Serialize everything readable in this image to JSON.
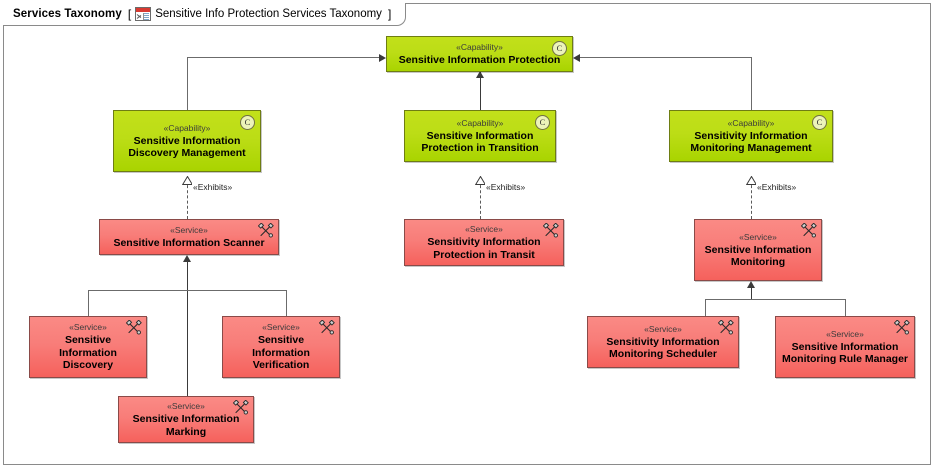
{
  "window": {
    "title": "Services Taxonomy",
    "bracket_open": "[",
    "bracket_close": "]",
    "diagram_label": "Sensitive Info Protection Services Taxonomy",
    "diagram_icon": "diagram-table-icon"
  },
  "colors": {
    "capability_fill": "#bede12",
    "service_fill": "#f8837e",
    "border": "#5e5e5e",
    "connector": "#6b6b6b",
    "canvas": "#ffffff"
  },
  "stereotypes": {
    "capability": "«Capability»",
    "service": "«Service»"
  },
  "badges": {
    "capability_letter": "C",
    "service_icon": "tools-icon"
  },
  "edge_labels": {
    "exhibits": "«Exhibits»"
  },
  "nodes": {
    "root": {
      "stereotype": "«Capability»",
      "name": "Sensitive Information Protection",
      "kind": "capability",
      "badge": "C"
    },
    "cap_discovery": {
      "stereotype": "«Capability»",
      "name": "Sensitive Information Discovery Management",
      "kind": "capability",
      "badge": "C"
    },
    "cap_transition": {
      "stereotype": "«Capability»",
      "name": "Sensitive Information Protection in Transition",
      "kind": "capability",
      "badge": "C"
    },
    "cap_monitoring": {
      "stereotype": "«Capability»",
      "name": "Sensitivity Information Monitoring Management",
      "kind": "capability",
      "badge": "C"
    },
    "svc_scanner": {
      "stereotype": "«Service»",
      "name": "Sensitive Information Scanner",
      "kind": "service"
    },
    "svc_transit": {
      "stereotype": "«Service»",
      "name": "Sensitivity Information Protection in Transit",
      "kind": "service"
    },
    "svc_monitoring": {
      "stereotype": "«Service»",
      "name": "Sensitive Information Monitoring",
      "kind": "service"
    },
    "svc_discovery": {
      "stereotype": "«Service»",
      "name": "Sensitive Information Discovery",
      "kind": "service"
    },
    "svc_verification": {
      "stereotype": "«Service»",
      "name": "Sensitive Information Verification",
      "kind": "service"
    },
    "svc_marking": {
      "stereotype": "«Service»",
      "name": "Sensitive Information Marking",
      "kind": "service"
    },
    "svc_mon_scheduler": {
      "stereotype": "«Service»",
      "name": "Sensitivity Information Monitoring Scheduler",
      "kind": "service"
    },
    "svc_mon_rule_manager": {
      "stereotype": "«Service»",
      "name": "Sensitive Information Monitoring Rule Manager",
      "kind": "service"
    }
  }
}
